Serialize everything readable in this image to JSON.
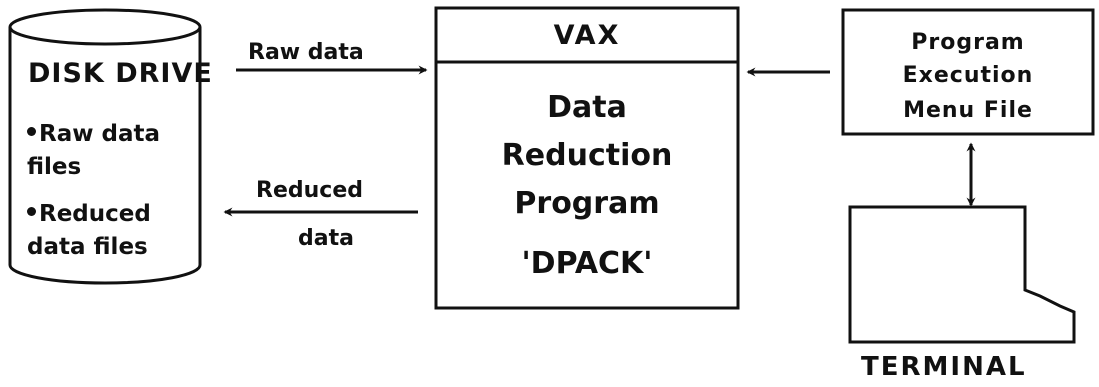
{
  "disk": {
    "title": "DISK DRIVE",
    "item1_line1": "Raw data",
    "item1_line2": "files",
    "item2_line1": "Reduced",
    "item2_line2": "data files"
  },
  "vax": {
    "title": "VAX",
    "line1": "Data",
    "line2": "Reduction",
    "line3": "Program",
    "line4": "'DPACK'"
  },
  "menu_file": {
    "line1": "Program",
    "line2": "Execution",
    "line3": "Menu File"
  },
  "arrows": {
    "raw_data": "Raw data",
    "reduced_line1": "Reduced",
    "reduced_line2": "data"
  },
  "terminal": {
    "label": "TERMINAL"
  }
}
